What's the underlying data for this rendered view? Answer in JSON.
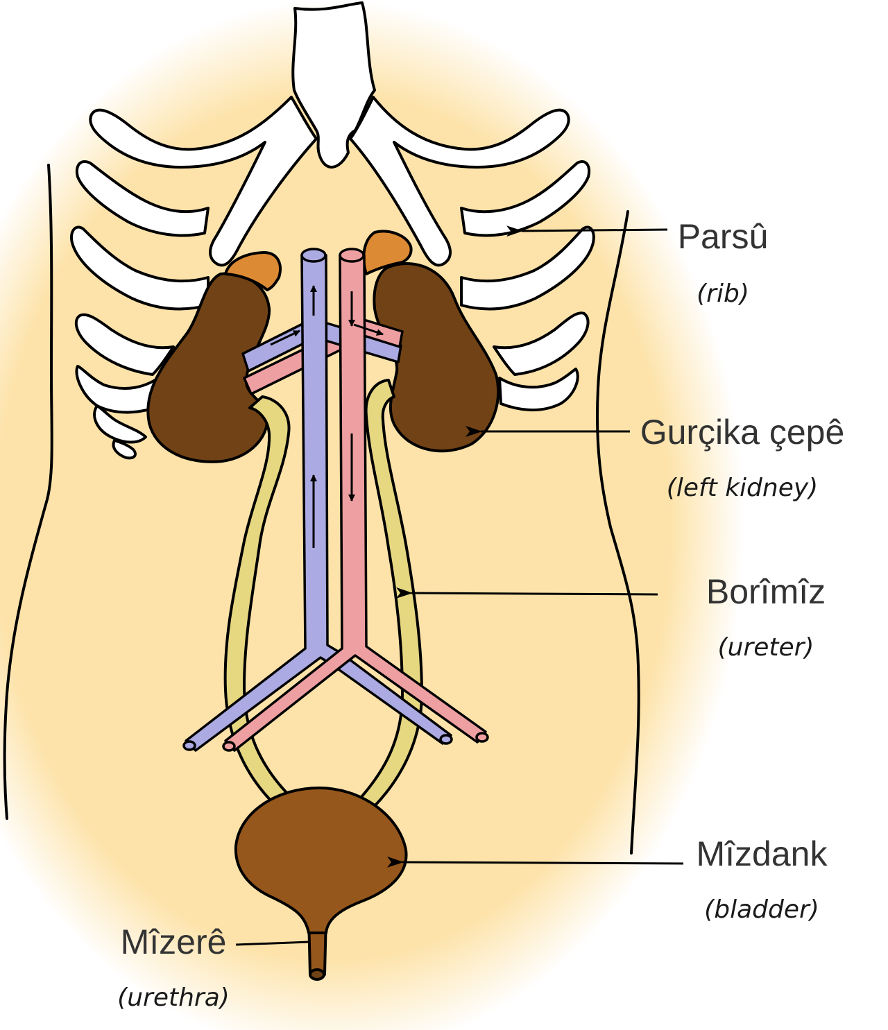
{
  "labels": {
    "rib": {
      "name": "Parsû",
      "translation": "(rib)"
    },
    "kidney": {
      "name": "Gurçika çepê",
      "translation": "(left kidney)"
    },
    "ureter": {
      "name": "Borîmîz",
      "translation": "(ureter)"
    },
    "bladder": {
      "name": "Mîzdank",
      "translation": "(bladder)"
    },
    "urethra": {
      "name": "Mîzerê",
      "translation": "(urethra)"
    }
  },
  "colors": {
    "skin": "#fde3aa",
    "bone": "#ffffff",
    "kidney": "#714215",
    "adrenal": "#dd8a34",
    "bladder": "#96571c",
    "ureter": "#e6d781",
    "vein": "#abaae2",
    "artery": "#ee9fa2"
  }
}
